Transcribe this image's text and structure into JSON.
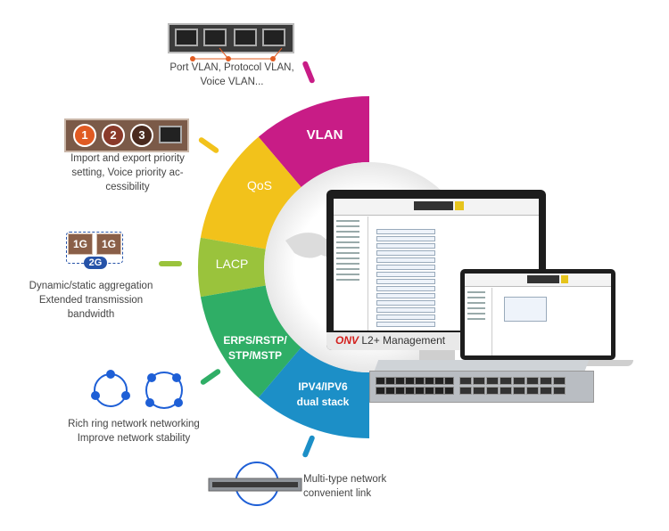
{
  "segments": {
    "vlan": "VLAN",
    "qos": "QoS",
    "lacp": "LACP",
    "erps": "ERPS/RSTP/\nSTP/MSTP",
    "ipv": "IPV4/IPV6\ndual stack"
  },
  "captions": {
    "vlan": "Port VLAN, Protocol VLAN,\nVoice VLAN...",
    "qos": "Import and export priority\nsetting, Voice priority ac-\ncessibility",
    "lacp": "Dynamic/static aggregation\nExtended transmission\nbandwidth",
    "ring": "Rich ring network networking\nImprove network stability",
    "multi": "Multi-type network\nconvenient link"
  },
  "badges": {
    "n1": "1",
    "n2": "2",
    "n3": "3",
    "g1": "1G",
    "g2": "1G",
    "g3": "2G"
  },
  "monitor": {
    "brand_logo": "ONV",
    "brand_text": " L2+ Management"
  },
  "colors": {
    "vlan": "#c81c86",
    "qos": "#f2c21b",
    "lacp": "#9ac33c",
    "erps": "#2fae66",
    "ipv": "#1c8fc7",
    "accent_red": "#d3201d",
    "ring_blue": "#1e5fd6"
  },
  "icons": [
    "ethernet-port-icon",
    "ring-network-icon",
    "switch-icon"
  ]
}
